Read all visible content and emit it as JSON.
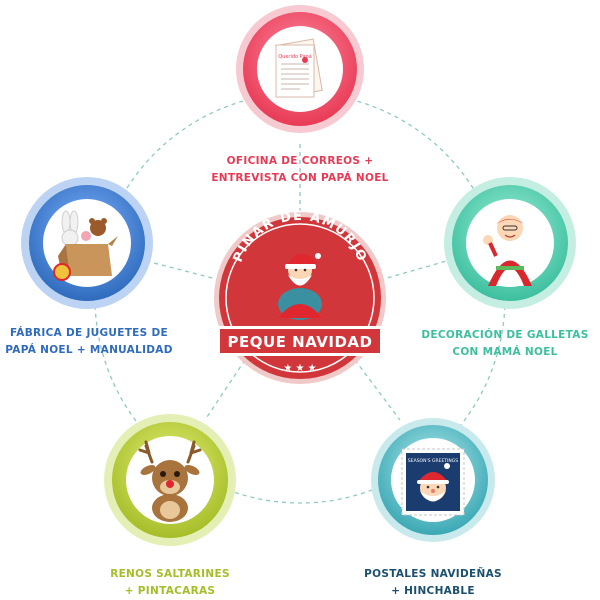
{
  "center": {
    "arc_text": "PINAR DE AMURJO",
    "banner": "PEQUE NAVIDAD",
    "stars": "★ ★ ★",
    "color": "#d1373a"
  },
  "activities": [
    {
      "icon": "santa-letters-icon",
      "color": "#e83a55",
      "line1": "OFICINA DE CORREOS +",
      "line2": "ENTREVISTA CON PAPÁ NOEL"
    },
    {
      "icon": "mrs-claus-icon",
      "color": "#3dbf9f",
      "line1": "DECORACIÓN DE GALLETAS",
      "line2": "CON MAMÁ NOEL"
    },
    {
      "icon": "christmas-stamp-icon",
      "color": "#3aa8b4",
      "line1": "POSTALES NAVIDEÑAS",
      "line2": "+ HINCHABLE"
    },
    {
      "icon": "reindeer-icon",
      "color": "#a6bd28",
      "line1": "RENOS SALTARINES",
      "line2": "+ PINTACARAS"
    },
    {
      "icon": "toy-box-icon",
      "color": "#2f6bbd",
      "line1": "FÁBRICA DE JUGUETES DE",
      "line2": "PAPÁ NOEL + MANUALIDAD"
    }
  ],
  "stamp_text": "SEASON'S GREETINGS"
}
